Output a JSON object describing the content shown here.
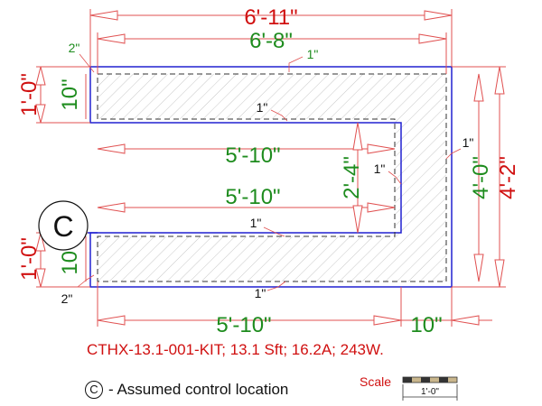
{
  "dimensions": {
    "overall_width": "6'-11\"",
    "inner_width": "6'-8\"",
    "top_offset": "1\"",
    "top_left_small": "2\"",
    "top_left_height_red": "1'-0\"",
    "top_left_height_green": "10\"",
    "mid_upper_offset": "1\"",
    "upper_run": "5'-10\"",
    "right_offset": "1\"",
    "inner_height": "2'-4\"",
    "inner_right_offset": "1\"",
    "lower_run": "5'-10\"",
    "lower_offset": "1\"",
    "right_height_green": "4'-0\"",
    "right_height_red": "4'-2\"",
    "bottom_left_height_red": "1'-0\"",
    "bottom_left_height_green": "10\"",
    "bottom_left_small": "2\"",
    "bottom_offset": "1\"",
    "bottom_run": "5'-10\"",
    "bottom_right_run": "10\""
  },
  "control_marker": "C",
  "legend": {
    "spec": "CTHX-13.1-001-KIT; 13.1 Sft; 16.2A; 243W.",
    "control_symbol": "C",
    "control_text": "- Assumed control location",
    "scale_label": "Scale",
    "scale_value": "1'-0\""
  },
  "colors": {
    "red": "#d01010",
    "green": "#1e8c1e",
    "blue": "#2020d0",
    "hatch": "#c8c8c8"
  }
}
